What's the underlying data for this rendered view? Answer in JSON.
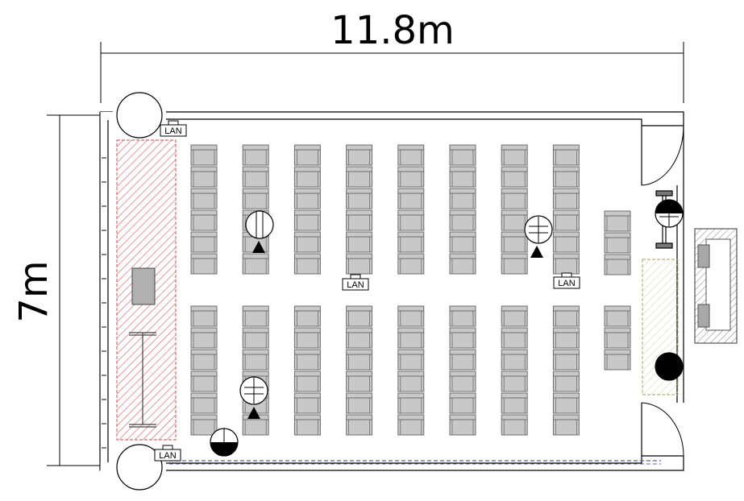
{
  "dimensions": {
    "width_label": "11.8m",
    "depth_label": "7m"
  },
  "lan_label": "LAN",
  "seating": {
    "columns_per_block": 8,
    "rows_upper_block": 6,
    "rows_lower_block": 6,
    "extra_right_column_rows_upper": 3,
    "extra_right_column_rows_lower": 3
  },
  "colors": {
    "line": "#000000",
    "seat_fill": "#c8c8c8",
    "seat_edge": "#6e6e6e",
    "stage_hatch": "#d96b6b",
    "counter_hatch": "#d9d7a8",
    "cabinet_hatch": "#7a7a7a",
    "table_gray": "#b0b0b0",
    "dashed_rail": "#5a5ab4"
  }
}
